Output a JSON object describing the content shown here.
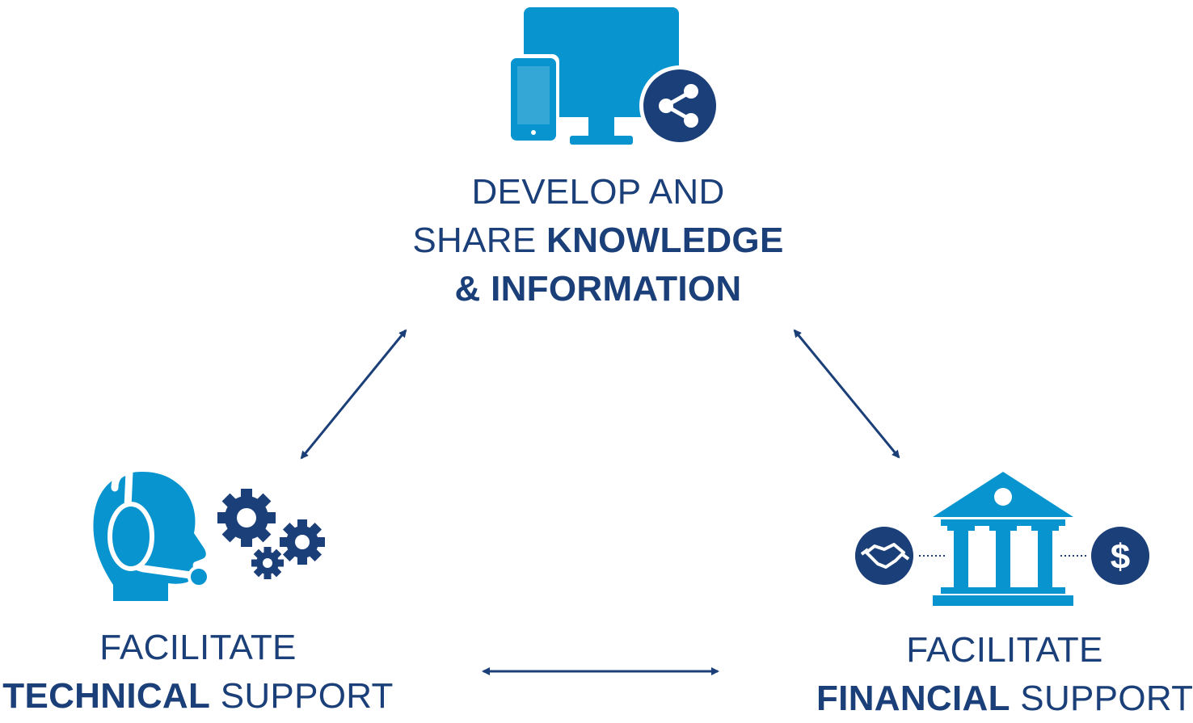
{
  "colors": {
    "light_blue": "#0894cf",
    "dark_navy": "#1b3f78",
    "background": "#ffffff"
  },
  "nodes": {
    "top": {
      "icon": "devices-share-icon",
      "line1": "DEVELOP AND",
      "line2_regular": "SHARE ",
      "line2_bold": "KNOWLEDGE",
      "line3_bold": "& INFORMATION"
    },
    "left": {
      "icon": "support-agent-gears-icon",
      "line1": "FACILITATE",
      "line2_bold": "TECHNICAL",
      "line2_regular": " SUPPORT"
    },
    "right": {
      "icon": "bank-handshake-dollar-icon",
      "line1": "FACILITATE",
      "line2_bold": "FINANCIAL",
      "line2_regular": " SUPPORT"
    }
  },
  "connections": [
    {
      "from": "top",
      "to": "left",
      "style": "double-arrow"
    },
    {
      "from": "top",
      "to": "right",
      "style": "double-arrow"
    },
    {
      "from": "left",
      "to": "right",
      "style": "double-arrow"
    }
  ]
}
